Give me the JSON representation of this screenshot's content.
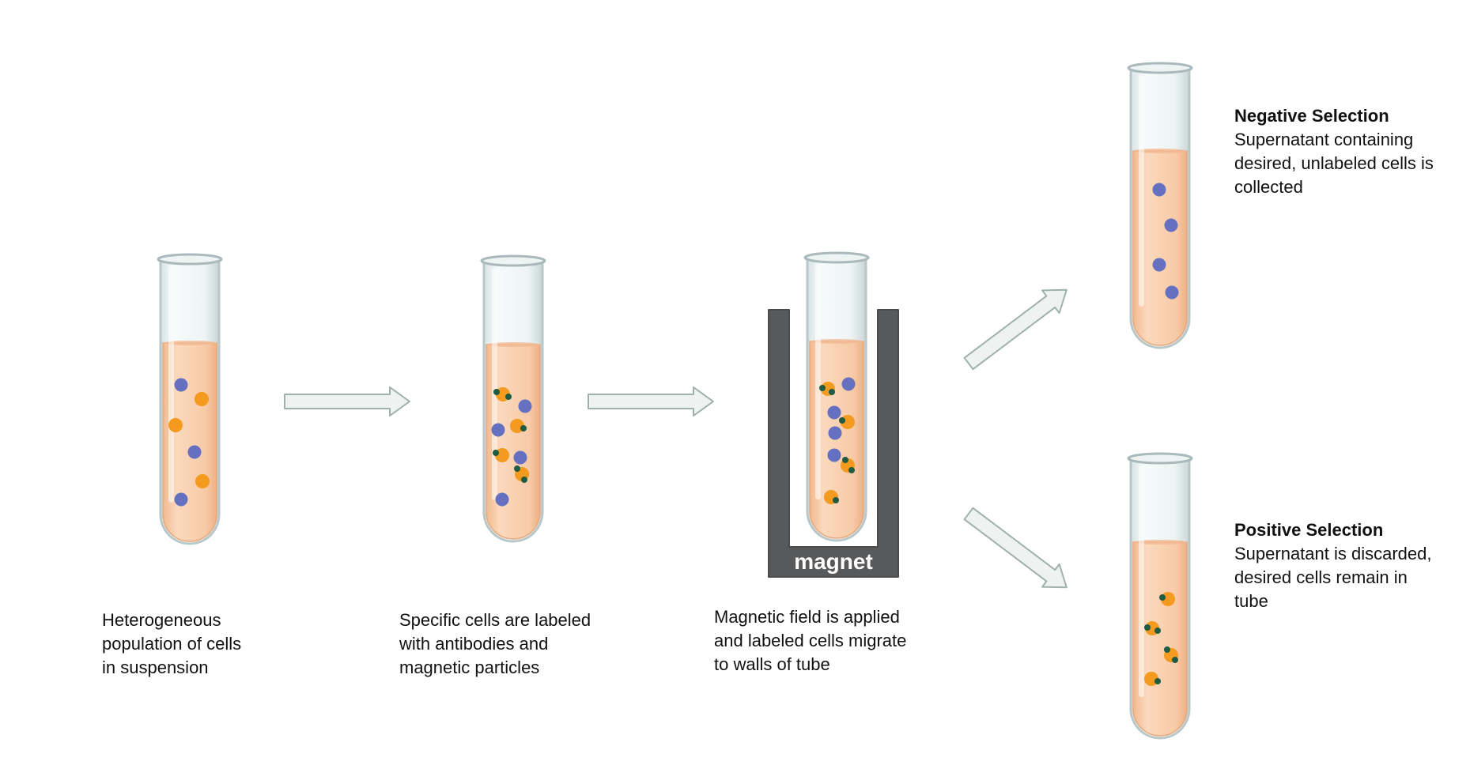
{
  "steps": [
    {
      "caption": [
        "Heterogeneous",
        "population of cells",
        "in suspension"
      ]
    },
    {
      "caption": [
        "Specific cells are labeled",
        "with antibodies and",
        "magnetic particles"
      ]
    },
    {
      "caption": [
        "Magnetic field is applied",
        "and labeled cells migrate",
        "to walls of tube"
      ],
      "magnet_label": "magnet"
    }
  ],
  "outcomes": {
    "negative": {
      "title": "Negative Selection",
      "lines": [
        "Supernatant containing",
        "desired, unlabeled cells is",
        "collected"
      ]
    },
    "positive": {
      "title": "Positive Selection",
      "lines": [
        "Supernatant is discarded,",
        "desired cells remain in",
        "tube"
      ]
    }
  },
  "colors": {
    "unlabeled_cell": "#6670c0",
    "labeled_cell": "#f39a1f",
    "magnetic_particle": "#1f5a43",
    "fluid": "#f7c9a5",
    "tube_glass": "#e9f1f2",
    "magnet": "#58595b",
    "arrow_fill": "#eef3f2",
    "arrow_stroke": "#9fb1ad"
  }
}
